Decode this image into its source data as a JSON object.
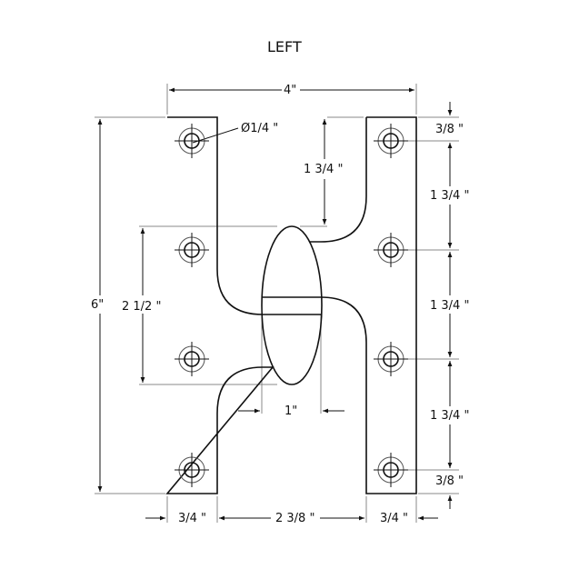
{
  "title": "LEFT",
  "part": "hinge",
  "units": "inches",
  "colors": {
    "outline": "#111111",
    "dimension": "#888888",
    "text": "#111111",
    "background": "#ffffff"
  },
  "dimensions": {
    "overall_width": "4\"",
    "overall_height": "6\"",
    "hole_diameter": "Ø1/4 \"",
    "knuckle_top_offset": "1 3/4 \"",
    "knuckle_length": "2 1/2 \"",
    "knuckle_width": "1\"",
    "leaf_width_left": "3/4 \"",
    "leaf_gap": "2 3/8 \"",
    "leaf_width_right": "3/4 \"",
    "right_edge_top": "3/8 \"",
    "hole_spacing_1": "1 3/4 \"",
    "hole_spacing_2": "1 3/4 \"",
    "hole_spacing_3": "1 3/4 \"",
    "right_edge_bottom": "3/8 \""
  },
  "holes": {
    "left_leaf_count": 4,
    "right_leaf_count": 4
  }
}
